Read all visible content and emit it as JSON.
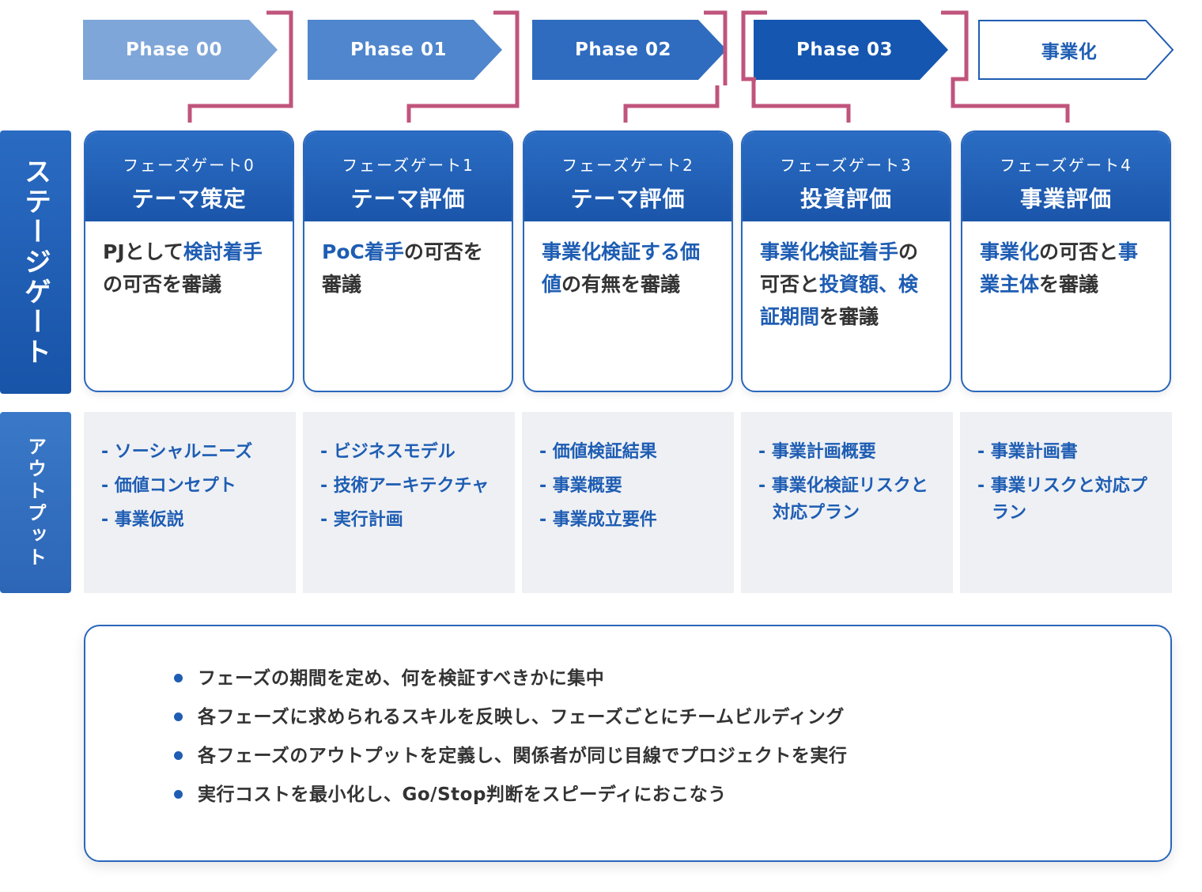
{
  "phases": [
    {
      "label": "Phase 00",
      "color": "#7ea6d9"
    },
    {
      "label": "Phase 01",
      "color": "#4f86cd"
    },
    {
      "label": "Phase 02",
      "color": "#2f6cc0"
    },
    {
      "label": "Phase 03",
      "color": "#1556b0"
    },
    {
      "label": "事業化",
      "color": "#ffffff"
    }
  ],
  "side_labels": {
    "gate": "ステージゲート",
    "output": "アウトプット"
  },
  "gates": [
    {
      "sub": "フェーズゲート0",
      "title": "テーマ策定",
      "body": [
        [
          "PJとして",
          false
        ],
        [
          "検討着手",
          true
        ],
        [
          "の可否を審議",
          false
        ]
      ]
    },
    {
      "sub": "フェーズゲート1",
      "title": "テーマ評価",
      "body": [
        [
          "PoC着手",
          true
        ],
        [
          "の可否を審議",
          false
        ]
      ]
    },
    {
      "sub": "フェーズゲート2",
      "title": "テーマ評価",
      "body": [
        [
          "事業化検証する価値",
          true
        ],
        [
          "の有無を審議",
          false
        ]
      ]
    },
    {
      "sub": "フェーズゲート3",
      "title": "投資評価",
      "body": [
        [
          "事業化検証着手",
          true
        ],
        [
          "の可否と",
          false
        ],
        [
          "投資額、検証期間",
          true
        ],
        [
          "を審議",
          false
        ]
      ]
    },
    {
      "sub": "フェーズゲート4",
      "title": "事業評価",
      "body": [
        [
          "事業化",
          true
        ],
        [
          "の可否と",
          false
        ],
        [
          "事業主体",
          true
        ],
        [
          "を審議",
          false
        ]
      ]
    }
  ],
  "outputs": [
    [
      "- ソーシャルニーズ",
      "- 価値コンセプト",
      "- 事業仮説"
    ],
    [
      "- ビジネスモデル",
      "- 技術アーキテクチャ",
      "- 実行計画"
    ],
    [
      "- 価値検証結果",
      "- 事業概要",
      "- 事業成立要件"
    ],
    [
      "- 事業計画概要",
      "- 事業化検証リスクと対応プラン"
    ],
    [
      "- 事業計画書",
      "- 事業リスクと対応プラン"
    ]
  ],
  "summary": [
    "フェーズの期間を定め、何を検証すべきかに集中",
    "各フェーズに求められるスキルを反映し、フェーズごとにチームビルディング",
    "各フェーズのアウトプットを定義し、関係者が同じ目線でプロジェクトを実行",
    "実行コストを最小化し、Go/Stop判断をスピーディにおこなう"
  ],
  "colors": {
    "primary": "#1e5db3",
    "connector": "#c0547c",
    "output_bg": "#eef0f4"
  }
}
